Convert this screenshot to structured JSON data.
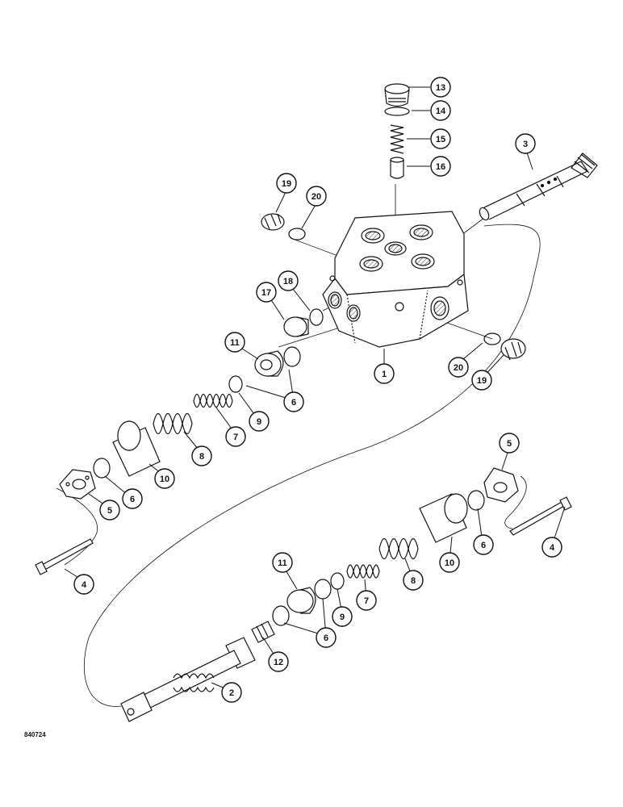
{
  "figure_id": "840724",
  "callouts": [
    {
      "id": "c13",
      "label": "13"
    },
    {
      "id": "c14",
      "label": "14"
    },
    {
      "id": "c15",
      "label": "15"
    },
    {
      "id": "c16",
      "label": "16"
    },
    {
      "id": "c3",
      "label": "3"
    },
    {
      "id": "c19a",
      "label": "19"
    },
    {
      "id": "c20a",
      "label": "20"
    },
    {
      "id": "c17",
      "label": "17"
    },
    {
      "id": "c18",
      "label": "18"
    },
    {
      "id": "c11a",
      "label": "11"
    },
    {
      "id": "c1",
      "label": "1"
    },
    {
      "id": "c20b",
      "label": "20"
    },
    {
      "id": "c19b",
      "label": "19"
    },
    {
      "id": "c6a",
      "label": "6"
    },
    {
      "id": "c9a",
      "label": "9"
    },
    {
      "id": "c7a",
      "label": "7"
    },
    {
      "id": "c8a",
      "label": "8"
    },
    {
      "id": "c10a",
      "label": "10"
    },
    {
      "id": "c6b",
      "label": "6"
    },
    {
      "id": "c5a",
      "label": "5"
    },
    {
      "id": "c4a",
      "label": "4"
    },
    {
      "id": "c5b",
      "label": "5"
    },
    {
      "id": "c6c",
      "label": "6"
    },
    {
      "id": "c10b",
      "label": "10"
    },
    {
      "id": "c8b",
      "label": "8"
    },
    {
      "id": "c4b",
      "label": "4"
    },
    {
      "id": "c11b",
      "label": "11"
    },
    {
      "id": "c7b",
      "label": "7"
    },
    {
      "id": "c9b",
      "label": "9"
    },
    {
      "id": "c6d",
      "label": "6"
    },
    {
      "id": "c12",
      "label": "12"
    },
    {
      "id": "c2",
      "label": "2"
    }
  ]
}
